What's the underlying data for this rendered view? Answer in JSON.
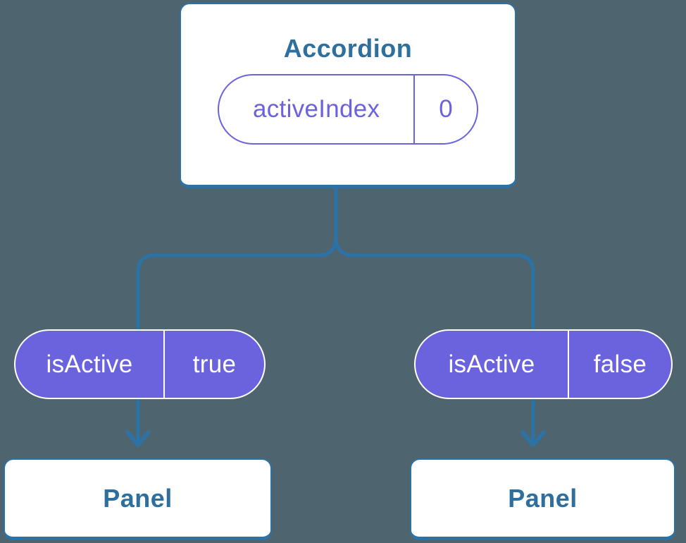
{
  "colors": {
    "background": "#4e6570",
    "line": "#2b72a6",
    "heading-text": "#2f6f9e",
    "purple": "#6a63dd",
    "card-bg": "#ffffff",
    "on-purple-text": "#ffffff"
  },
  "tree": {
    "root": {
      "title": "Accordion",
      "state_pill": {
        "label": "activeIndex",
        "value": "0"
      }
    },
    "branches": [
      {
        "prop_pill": {
          "label": "isActive",
          "value": "true"
        },
        "child": {
          "title": "Panel"
        }
      },
      {
        "prop_pill": {
          "label": "isActive",
          "value": "false"
        },
        "child": {
          "title": "Panel"
        }
      }
    ]
  }
}
